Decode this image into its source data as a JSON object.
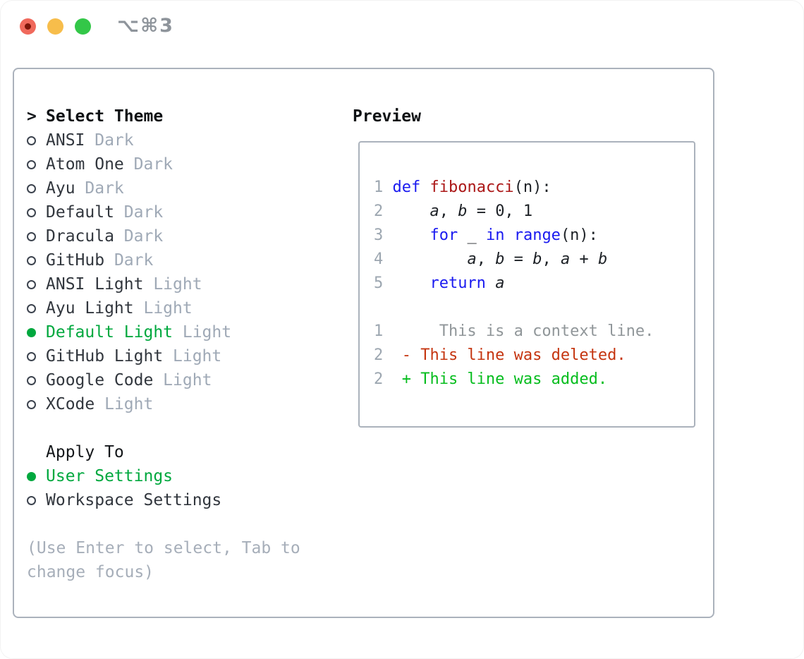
{
  "window": {
    "shortcut_label": "⌥⌘3",
    "traffic_lights": [
      "close",
      "minimize",
      "zoom"
    ]
  },
  "colors": {
    "accent_green": "#00a83e",
    "keyword_blue": "#1a1af0",
    "function_red": "#ab1717",
    "deleted_red": "#c53510",
    "added_green": "#06bd1e",
    "context_gray": "#909699",
    "muted_gray": "#9fa9b6",
    "border_gray": "#abb2bc"
  },
  "theme_picker": {
    "prompt": ">",
    "title": "Select Theme",
    "themes": [
      {
        "name": "ANSI",
        "variant": "Dark",
        "selected": false
      },
      {
        "name": "Atom One",
        "variant": "Dark",
        "selected": false
      },
      {
        "name": "Ayu",
        "variant": "Dark",
        "selected": false
      },
      {
        "name": "Default",
        "variant": "Dark",
        "selected": false
      },
      {
        "name": "Dracula",
        "variant": "Dark",
        "selected": false
      },
      {
        "name": "GitHub",
        "variant": "Dark",
        "selected": false
      },
      {
        "name": "ANSI Light",
        "variant": "Light",
        "selected": false
      },
      {
        "name": "Ayu Light",
        "variant": "Light",
        "selected": false
      },
      {
        "name": "Default Light",
        "variant": "Light",
        "selected": true
      },
      {
        "name": "GitHub Light",
        "variant": "Light",
        "selected": false
      },
      {
        "name": "Google Code",
        "variant": "Light",
        "selected": false
      },
      {
        "name": "XCode",
        "variant": "Light",
        "selected": false
      }
    ],
    "apply_section": {
      "title": "Apply To",
      "options": [
        {
          "label": "User Settings",
          "selected": true
        },
        {
          "label": "Workspace Settings",
          "selected": false
        }
      ]
    },
    "hint": "(Use Enter to select, Tab to change focus)"
  },
  "preview": {
    "title": "Preview",
    "lines": [
      {
        "num": "1",
        "segments": [
          {
            "text": "def",
            "style": "keyword"
          },
          {
            "text": " ",
            "style": "plain"
          },
          {
            "text": "fibonacci",
            "style": "function"
          },
          {
            "text": "(n):",
            "style": "plain"
          }
        ]
      },
      {
        "num": "2",
        "segments": [
          {
            "text": "    ",
            "style": "plain"
          },
          {
            "text": "a",
            "style": "variable"
          },
          {
            "text": ", ",
            "style": "plain"
          },
          {
            "text": "b",
            "style": "variable"
          },
          {
            "text": " = 0, 1",
            "style": "plain"
          }
        ]
      },
      {
        "num": "3",
        "segments": [
          {
            "text": "    ",
            "style": "plain"
          },
          {
            "text": "for",
            "style": "keyword"
          },
          {
            "text": " _ ",
            "style": "plain"
          },
          {
            "text": "in",
            "style": "keyword"
          },
          {
            "text": " ",
            "style": "plain"
          },
          {
            "text": "range",
            "style": "keyword"
          },
          {
            "text": "(n):",
            "style": "plain"
          }
        ]
      },
      {
        "num": "4",
        "segments": [
          {
            "text": "        ",
            "style": "plain"
          },
          {
            "text": "a",
            "style": "variable"
          },
          {
            "text": ", ",
            "style": "plain"
          },
          {
            "text": "b",
            "style": "variable"
          },
          {
            "text": " = ",
            "style": "plain"
          },
          {
            "text": "b",
            "style": "variable"
          },
          {
            "text": ", ",
            "style": "plain"
          },
          {
            "text": "a",
            "style": "variable"
          },
          {
            "text": " + ",
            "style": "plain"
          },
          {
            "text": "b",
            "style": "variable"
          }
        ]
      },
      {
        "num": "5",
        "segments": [
          {
            "text": "    ",
            "style": "plain"
          },
          {
            "text": "return",
            "style": "keyword"
          },
          {
            "text": " ",
            "style": "plain"
          },
          {
            "text": "a",
            "style": "variable"
          }
        ]
      },
      {
        "num": "",
        "segments": []
      },
      {
        "num": "1",
        "segments": [
          {
            "text": "     This is a context line.",
            "style": "context"
          }
        ]
      },
      {
        "num": "2",
        "segments": [
          {
            "text": " - This line was deleted.",
            "style": "deleted"
          }
        ]
      },
      {
        "num": "2",
        "segments": [
          {
            "text": " + This line was added.",
            "style": "added"
          }
        ]
      }
    ]
  }
}
